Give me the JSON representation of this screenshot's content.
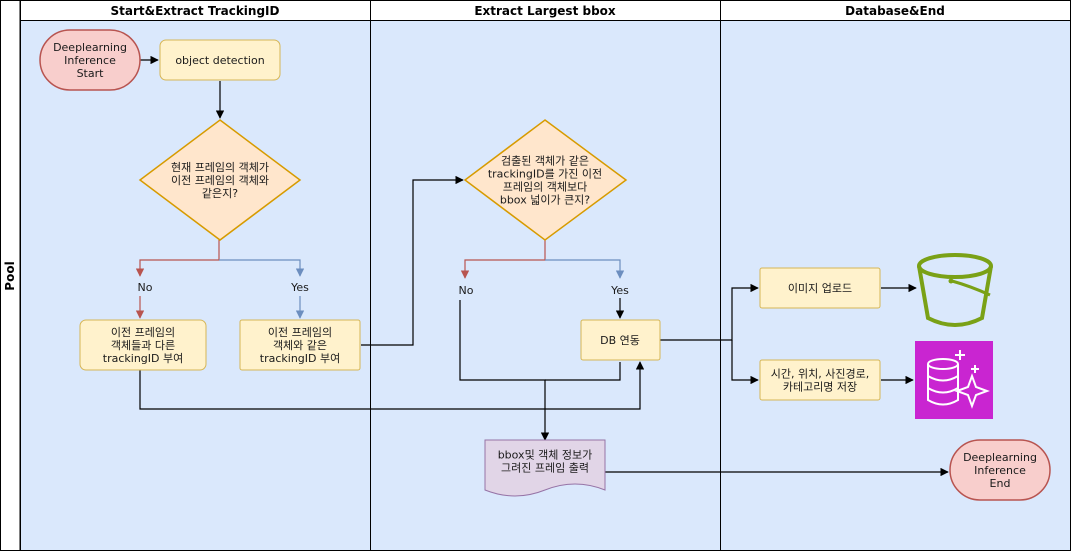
{
  "pool": {
    "label": "Pool",
    "lanes": [
      {
        "title": "Start&Extract TrackingID"
      },
      {
        "title": "Extract Largest bbox"
      },
      {
        "title": "Database&End"
      }
    ]
  },
  "nodes": {
    "start": [
      "Deeplearning",
      "Inference",
      "Start"
    ],
    "object_detection": [
      "object detection"
    ],
    "decision_same": [
      "현재 프레임의 객체가",
      "이전 프레임의 객체와",
      "같은지?"
    ],
    "assign_different": [
      "이전 프레임의",
      "객체들과 다른",
      "trackingID 부여"
    ],
    "assign_same": [
      "이전 프레임의",
      "객체와 같은",
      "trackingID 부여"
    ],
    "decision_bbox": [
      "검출된 객체가 같은",
      "trackingID를 가진 이전",
      "프레임의 객체보다",
      "bbox 넓이가 큰지?"
    ],
    "db_link": [
      "DB 연동"
    ],
    "image_upload": [
      "이미지 업로드"
    ],
    "save_info": [
      "시간, 위치, 사진경로,",
      "카테고리명 저장"
    ],
    "output_frame": [
      "bbox및 객체 정보가",
      "그려진 프레임 출력"
    ],
    "end": [
      "Deeplearning",
      "Inference",
      "End"
    ]
  },
  "branches": {
    "d1_no": "No",
    "d1_yes": "Yes",
    "d2_no": "No",
    "d2_yes": "Yes"
  },
  "icons": {
    "bucket": "storage-bucket-icon",
    "database": "database-sparkle-icon"
  },
  "colors": {
    "lane_fill": "#dae8fc",
    "process_fill": "#fff2cc",
    "process_stroke": "#d6b656",
    "decision_fill": "#ffe6cc",
    "decision_stroke": "#d79b00",
    "terminal_fill": "#f8cecc",
    "terminal_stroke": "#b85450",
    "doc_fill": "#e1d5e7",
    "doc_stroke": "#9673a6",
    "no_arrow": "#b85450",
    "yes_arrow": "#6c8ebf",
    "bucket_green": "#7aa116",
    "db_magenta": "#c925d1"
  }
}
